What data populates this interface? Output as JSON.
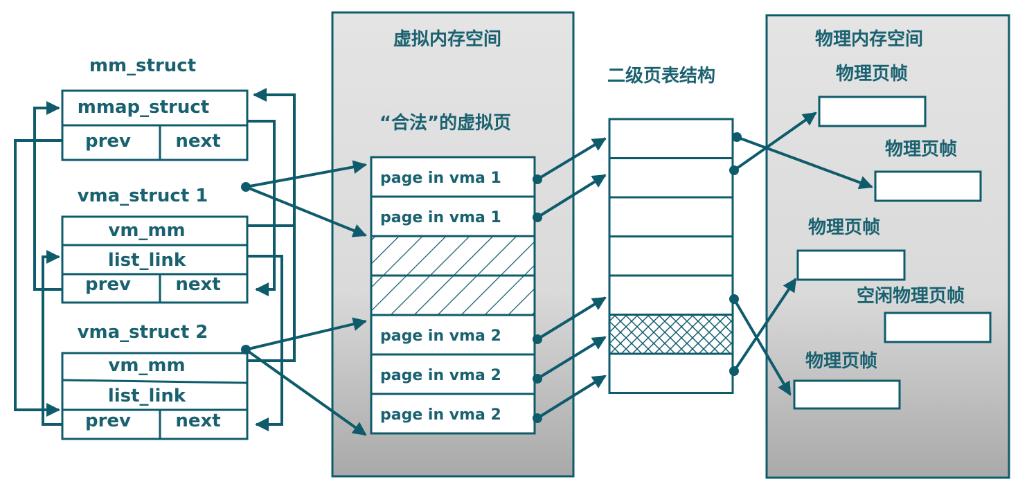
{
  "colors": {
    "stroke": "#0e5b6c",
    "text": "#1a6170",
    "panel_top": "#e4e4e4",
    "panel_bottom": "#a9a9a9"
  },
  "left": {
    "mm_struct": {
      "title": "mm_struct",
      "mmap_label": "mmap_struct",
      "prev_label": "prev",
      "next_label": "next"
    },
    "vma1": {
      "title": "vma_struct  1",
      "vm_mm_label": "vm_mm",
      "list_link_label": "list_link",
      "prev_label": "prev",
      "next_label": "next"
    },
    "vma2": {
      "title": "vma_struct  2",
      "vm_mm_label": "vm_mm",
      "list_link_label": "list_link",
      "prev_label": "prev",
      "next_label": "next"
    }
  },
  "virtual": {
    "title": "虚拟内存空间",
    "subtitle": "“合法”的虚拟页",
    "pages": [
      {
        "label": "page in vma 1",
        "hatched": false
      },
      {
        "label": "page in vma 1",
        "hatched": false
      },
      {
        "label": "",
        "hatched": true
      },
      {
        "label": "",
        "hatched": true
      },
      {
        "label": "page in vma 2",
        "hatched": false
      },
      {
        "label": "page in vma 2",
        "hatched": false
      },
      {
        "label": "page in vma 2",
        "hatched": false
      }
    ]
  },
  "page_table": {
    "title": "二级页表结构",
    "entries": 7,
    "crosshatched_entry": 6
  },
  "physical": {
    "title": "物理内存空间",
    "frames": [
      {
        "label": "物理页帧"
      },
      {
        "label": "物理页帧"
      },
      {
        "label": "物理页帧"
      },
      {
        "label": "空闲物理页帧"
      },
      {
        "label": "物理页帧"
      }
    ]
  }
}
